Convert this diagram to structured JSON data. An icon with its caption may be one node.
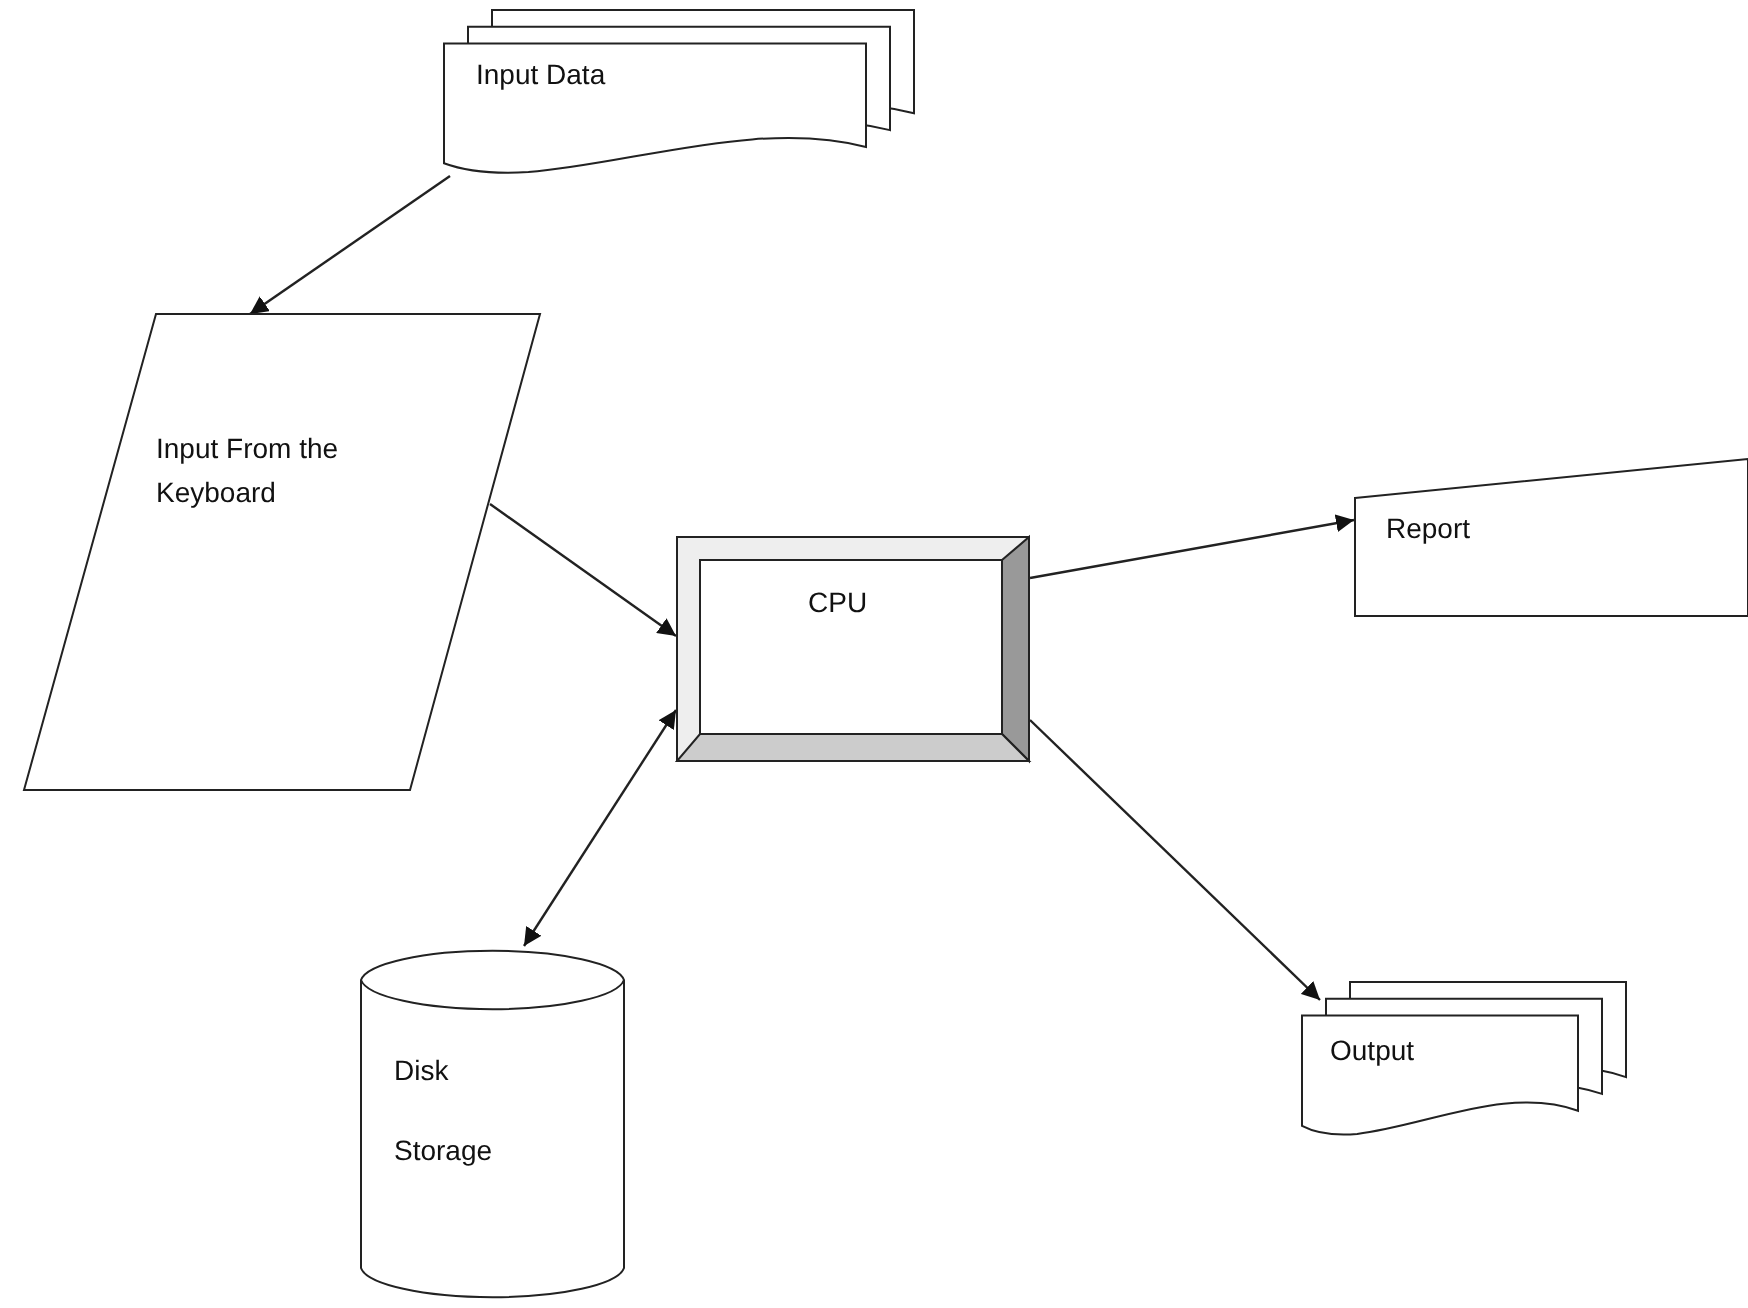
{
  "diagram": {
    "nodes": [
      {
        "text": [
          "Input Data"
        ]
      },
      {
        "text": [
          "Input From the Keyboard"
        ]
      },
      {
        "text": [
          "CPU"
        ]
      },
      {
        "text": [
          "Report"
        ]
      },
      {
        "text": [
          "Disk",
          "Storage"
        ]
      },
      {
        "text": [
          "Output"
        ]
      }
    ],
    "edges": [
      {
        "from": 0,
        "to": 1,
        "arrow": "to"
      },
      {
        "from": 1,
        "to": 2,
        "arrow": "to"
      },
      {
        "from": 2,
        "to": 4,
        "arrow": "both"
      },
      {
        "from": 2,
        "to": 3,
        "arrow": "to"
      },
      {
        "from": 2,
        "to": 5,
        "arrow": "to"
      }
    ]
  }
}
